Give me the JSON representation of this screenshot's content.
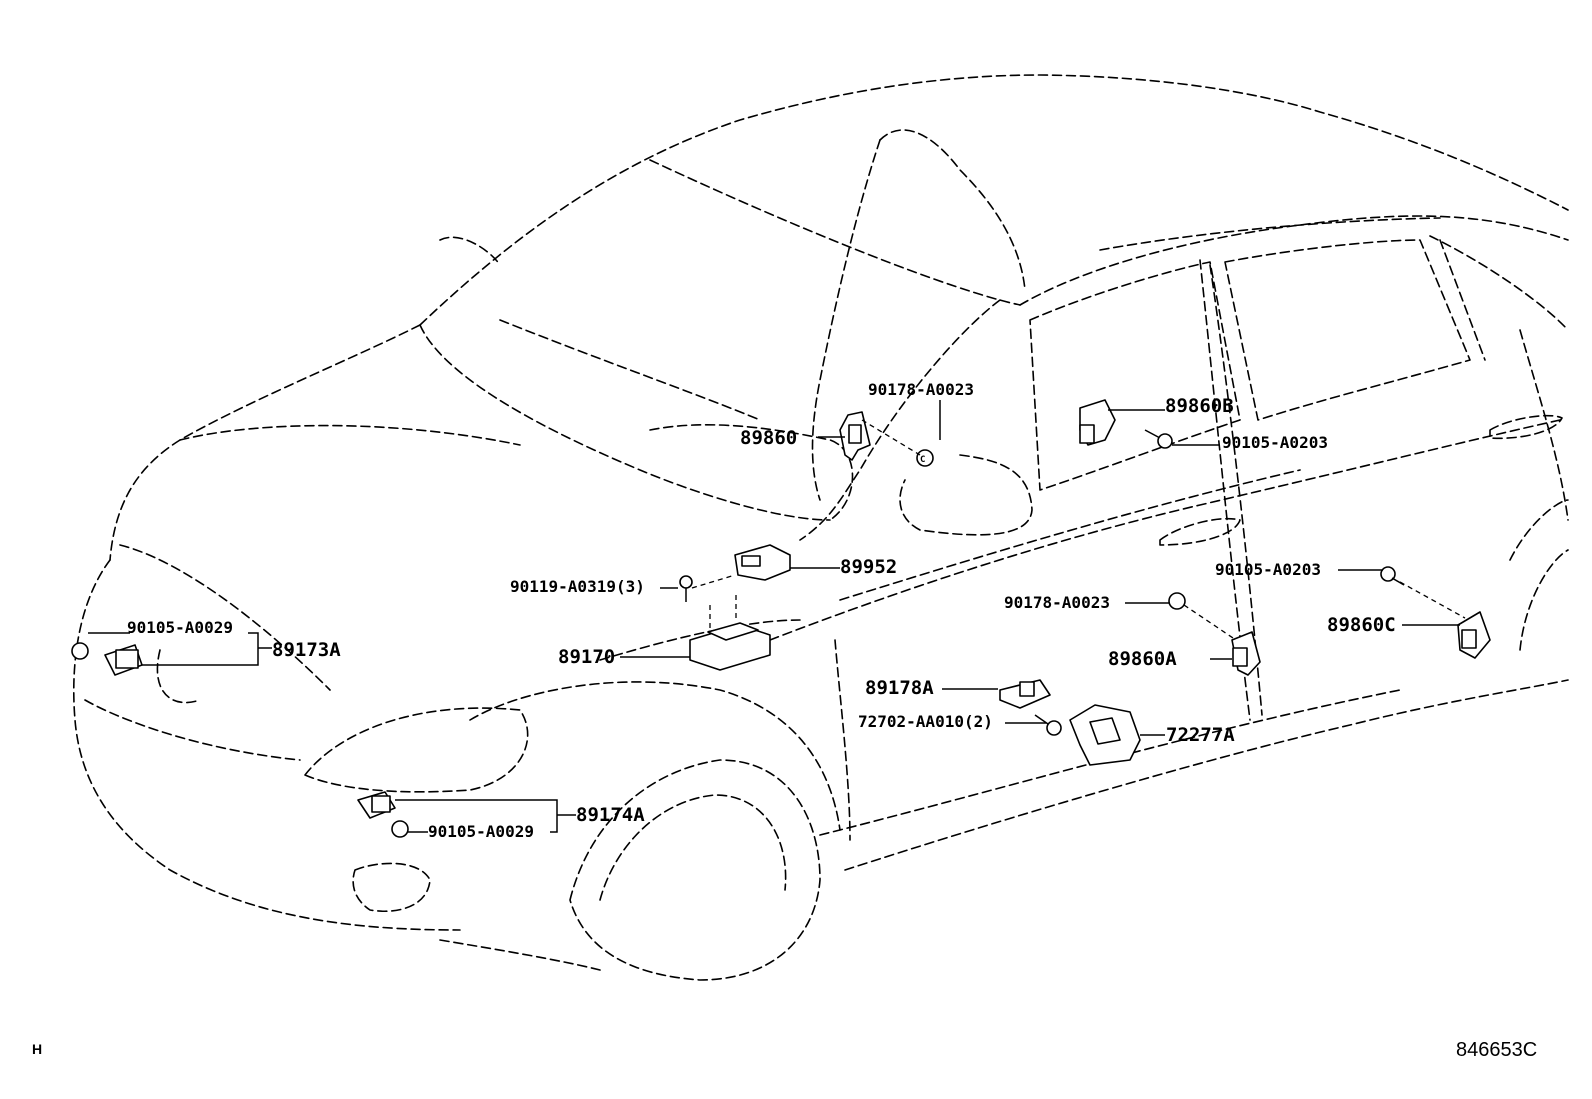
{
  "labels": {
    "p89860": "89860",
    "p89860A": "89860A",
    "p89860B": "89860B",
    "p89860C": "89860C",
    "p89952": "89952",
    "p89170": "89170",
    "p89173A": "89173A",
    "p89174A": "89174A",
    "p89178A": "89178A",
    "p72277A": "72277A",
    "p72702": "72702-AA010(2)",
    "p90178_top": "90178-A0023",
    "p90178_mid": "90178-A0023",
    "p90105_0203_top": "90105-A0203",
    "p90105_0203_rear": "90105-A0203",
    "p90105_0029_front": "90105-A0029",
    "p90105_0029_lower": "90105-A0029",
    "p90119": "90119-A0319(3)"
  },
  "footer": {
    "left_code": "H",
    "right_code": "846653C"
  }
}
